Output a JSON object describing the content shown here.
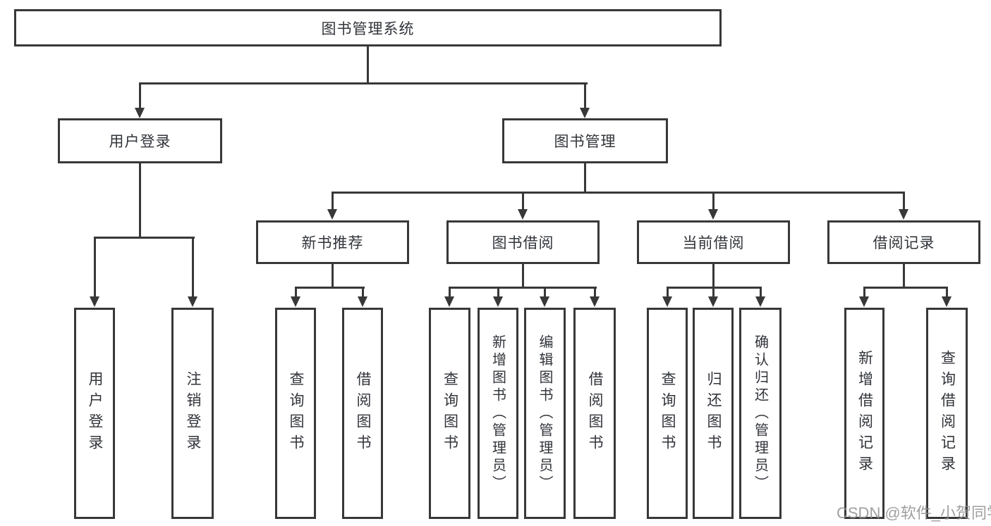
{
  "nodes": {
    "root": "图书管理系统",
    "level2": {
      "login": "用户登录",
      "manage": "图书管理"
    },
    "level3": {
      "recommend": "新书推荐",
      "borrow": "图书借阅",
      "current": "当前借阅",
      "records": "借阅记录"
    },
    "leaves": {
      "login": [
        "用户登录",
        "注销登录"
      ],
      "recommend": [
        "查询图书",
        "借阅图书"
      ],
      "borrow": [
        "查询图书",
        "新增图书（管理员）",
        "编辑图书（管理员）",
        "借阅图书"
      ],
      "current": [
        "查询图书",
        "归还图书",
        "确认归还（管理员）"
      ],
      "records": [
        "新增借阅记录",
        "查询借阅记录"
      ]
    }
  },
  "watermark": "CSDN @软件_小贺同学",
  "colors": {
    "line": "#383838",
    "box_border": "#383838",
    "box_bg": "#ffffff",
    "text": "#31343a",
    "watermark": "#8f8f8f",
    "page_bg": "#ffffff"
  }
}
